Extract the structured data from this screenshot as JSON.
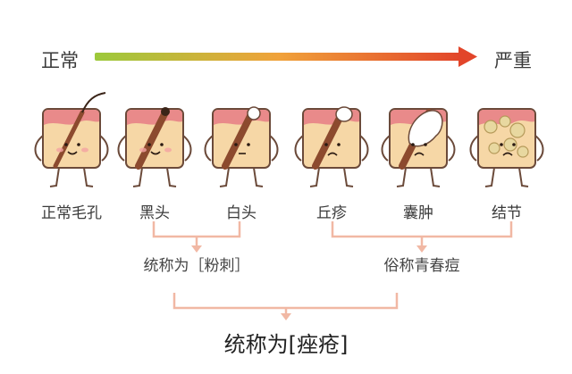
{
  "severity_axis": {
    "start_label": "正常",
    "end_label": "严重",
    "gradient": [
      "#9cc93b",
      "#f0a23a",
      "#e2452a"
    ]
  },
  "stages": [
    {
      "label": "正常毛孔",
      "face": "smile"
    },
    {
      "label": "黑头",
      "face": "smile"
    },
    {
      "label": "白头",
      "face": "neutral"
    },
    {
      "label": "丘疹",
      "face": "sad"
    },
    {
      "label": "囊肿",
      "face": "sad"
    },
    {
      "label": "结节",
      "face": "sad"
    }
  ],
  "groups": [
    {
      "label": "统称为［粉刺］"
    },
    {
      "label": "俗称青春痘"
    }
  ],
  "final_label": "统称为[痤疮]",
  "colors": {
    "bracket": "#f1b8a4",
    "skin_top": "#e98a8a",
    "skin_body": "#f6d7a6",
    "outline": "#6b4a3a",
    "pore": "#8c4a2e"
  }
}
